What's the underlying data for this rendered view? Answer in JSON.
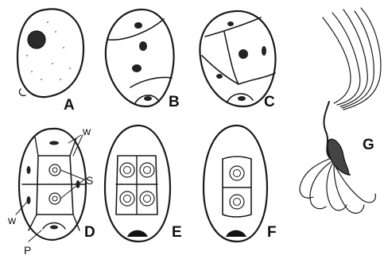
{
  "figure": {
    "panel_labels": {
      "a": "A",
      "b": "B",
      "c": "C",
      "d": "D",
      "e": "E",
      "f": "F",
      "g": "G"
    },
    "part_labels": {
      "w_top": "w",
      "s": "S",
      "w_left": "w",
      "p": "P"
    }
  }
}
